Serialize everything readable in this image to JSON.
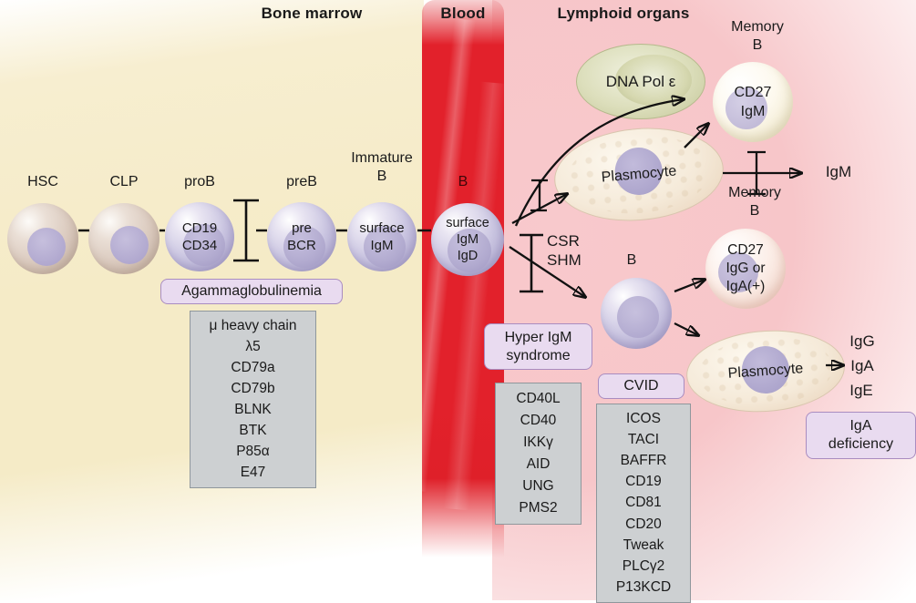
{
  "regions": {
    "bone_marrow": "Bone marrow",
    "blood": "Blood",
    "lymphoid_organs": "Lymphoid organs"
  },
  "cells": {
    "hsc": {
      "label": "HSC"
    },
    "clp": {
      "label": "CLP"
    },
    "pro_b": {
      "label": "proB",
      "markers": "CD19\nCD34"
    },
    "pre_b": {
      "label": "preB",
      "markers": "pre\nBCR"
    },
    "immature_b": {
      "label": "Immature\nB",
      "markers": "surface\nIgM"
    },
    "blood_b": {
      "label": "B",
      "markers": "surface\nIgM\nIgD"
    },
    "lymphoid_b": {
      "label": "B"
    },
    "memory_b_igm": {
      "label": "Memory\nB",
      "markers": "CD27\nIgM"
    },
    "memory_b_igg": {
      "label": "Memory\nB",
      "markers": "CD27\nIgG or\nIgA(+)"
    },
    "plasmocyte_igm": {
      "label": "Plasmocyte"
    },
    "plasmocyte_igg": {
      "label": "Plasmocyte"
    },
    "dna_pol_epsilon": {
      "label": "DNA Pol ε"
    }
  },
  "processes": {
    "csr_shm": "CSR\nSHM"
  },
  "outputs": {
    "igm": "IgM",
    "igg": "IgG",
    "iga": "IgA",
    "ige": "IgE"
  },
  "diseases": {
    "agammaglobulinemia": {
      "name": "Agammaglobulinemia",
      "genes": [
        "μ heavy chain",
        "λ5",
        "CD79a",
        "CD79b",
        "BLNK",
        "BTK",
        "P85α",
        "E47"
      ]
    },
    "hyper_igm": {
      "name": "Hyper IgM\nsyndrome",
      "genes": [
        "CD40L",
        "CD40",
        "IKKγ",
        "AID",
        "UNG",
        "PMS2"
      ]
    },
    "cvid": {
      "name": "CVID",
      "genes": [
        "ICOS",
        "TACI",
        "BAFFR",
        "CD19",
        "CD81",
        "CD20",
        "Tweak",
        "PLCγ2",
        "P13KCD"
      ]
    },
    "iga_deficiency": {
      "name": "IgA\ndeficiency"
    }
  },
  "colors": {
    "blood_red": "#e2212b",
    "bone_marrow_beige": "#f5ebc7",
    "lymphoid_pink": "#f8c9cc",
    "disease_box_fill": "#e9dbf0",
    "disease_box_border": "#a98cc0",
    "gene_box_fill": "#cdd0d2",
    "gene_box_border": "#8f979c"
  }
}
